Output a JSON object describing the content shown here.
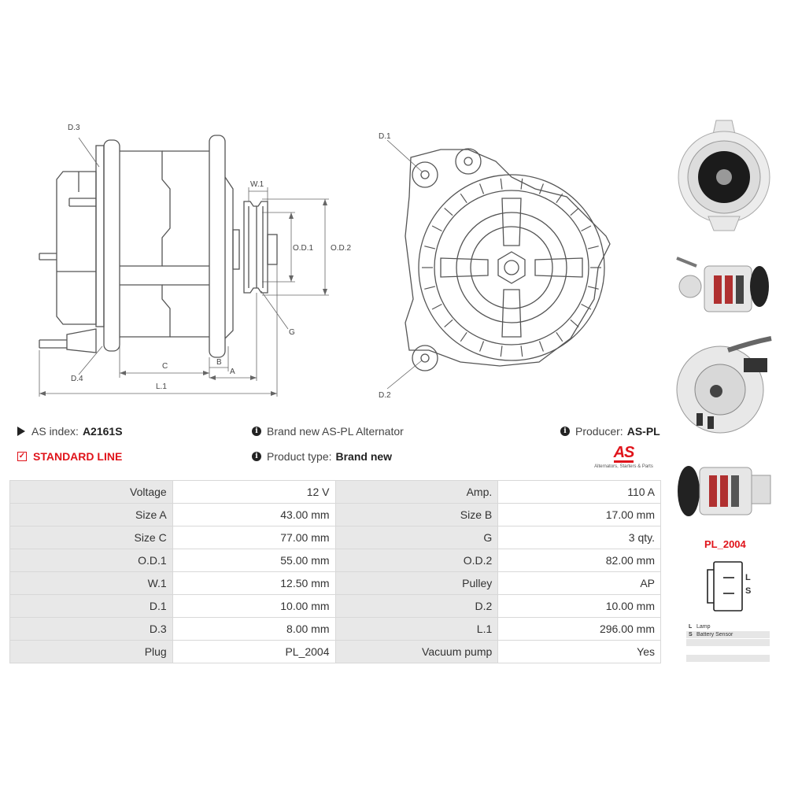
{
  "diagram": {
    "side_labels": {
      "d3": "D.3",
      "w1": "W.1",
      "od1": "O.D.1",
      "od2": "O.D.2",
      "g": "G",
      "d4": "D.4",
      "c": "C",
      "b": "B",
      "a": "A",
      "l1": "L.1"
    },
    "front_labels": {
      "d1": "D.1",
      "d2": "D.2"
    }
  },
  "info": {
    "as_index_label": "AS index:",
    "as_index_value": "A2161S",
    "standard_line": "STANDARD LINE",
    "brand_text": "Brand new AS-PL Alternator",
    "product_type_label": "Product type:",
    "product_type_value": "Brand new",
    "producer_label": "Producer:",
    "producer_value": "AS-PL",
    "logo_text": "AS",
    "logo_tagline": "Alternators, Starters & Parts"
  },
  "specs": [
    {
      "k1": "Voltage",
      "v1": "12 V",
      "k2": "Amp.",
      "v2": "110 A"
    },
    {
      "k1": "Size A",
      "v1": "43.00 mm",
      "k2": "Size B",
      "v2": "17.00 mm"
    },
    {
      "k1": "Size C",
      "v1": "77.00 mm",
      "k2": "G",
      "v2": "3 qty."
    },
    {
      "k1": "O.D.1",
      "v1": "55.00 mm",
      "k2": "O.D.2",
      "v2": "82.00 mm"
    },
    {
      "k1": "W.1",
      "v1": "12.50 mm",
      "k2": "Pulley",
      "v2": "AP"
    },
    {
      "k1": "D.1",
      "v1": "10.00 mm",
      "k2": "D.2",
      "v2": "10.00 mm"
    },
    {
      "k1": "D.3",
      "v1": "8.00 mm",
      "k2": "L.1",
      "v2": "296.00 mm"
    },
    {
      "k1": "Plug",
      "v1": "PL_2004",
      "k2": "Vacuum pump",
      "v2": "Yes"
    }
  ],
  "plug": {
    "title": "PL_2004",
    "pin_l": "L",
    "pin_s": "S",
    "legend": [
      {
        "code": "L",
        "desc": "Lamp"
      },
      {
        "code": "S",
        "desc": "Battery Sensor"
      },
      {
        "code": "",
        "desc": ""
      },
      {
        "code": "",
        "desc": ""
      }
    ]
  },
  "colors": {
    "accent": "#e0141b",
    "line": "#555555",
    "table_key_bg": "#e8e8e8"
  }
}
